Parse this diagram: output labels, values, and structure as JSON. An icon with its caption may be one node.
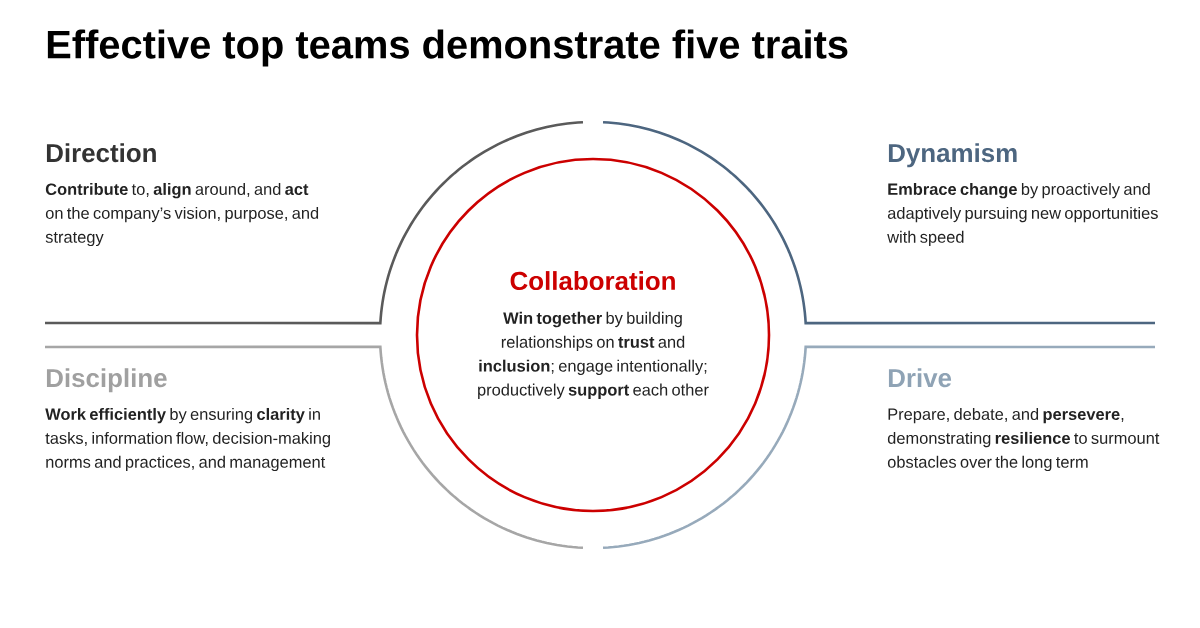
{
  "diagram": {
    "title": "Effective top teams demonstrate five traits",
    "nodes": [
      {
        "text": [
          "Direction",
          "**Contribute** to, **align** around, and **act** on the company’s vision, purpose, and strategy"
        ]
      },
      {
        "text": [
          "Dynamism",
          "**Embrace change** by proactively and adaptively pursuing new opportunities with speed"
        ]
      },
      {
        "text": [
          "Collaboration",
          "**Win together** by building relationships on **trust** and **inclusion**; engage intentionally; productively **support** each other"
        ]
      },
      {
        "text": [
          "Discipline",
          "**Work efficiently** by ensuring **clarity** in tasks, information flow, decision-making norms and practices, and management"
        ]
      },
      {
        "text": [
          "Drive",
          "Prepare, debate, and **persevere**, demonstrating **resilience** to surmount obstacles over the long term"
        ]
      }
    ]
  }
}
